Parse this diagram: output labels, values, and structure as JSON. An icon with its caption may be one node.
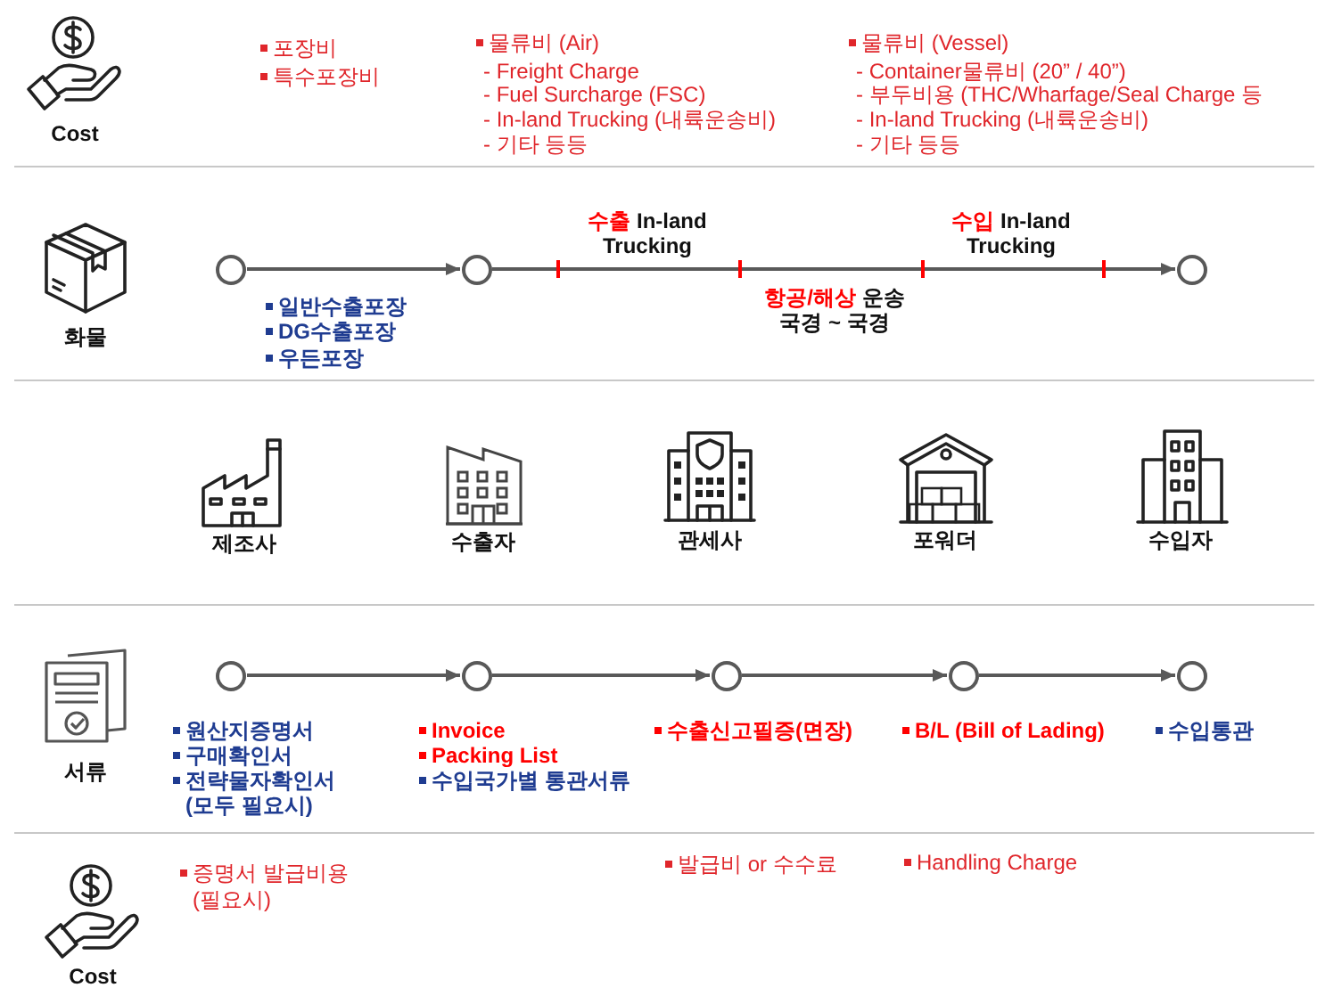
{
  "diagram": {
    "nodes": [
      {
        "text": [],
        "shape": "circle"
      },
      {
        "text": [],
        "shape": "circle"
      },
      {
        "text": [],
        "shape": "circle"
      },
      {
        "text": [],
        "shape": "circle",
        "beside": [
          "원산지증명서",
          "구매확인서",
          "전략물자확인서 (모두 필요시)"
        ]
      },
      {
        "text": [],
        "shape": "circle",
        "beside": [
          "Invoice",
          "Packing List",
          "수입국가별 통관서류"
        ]
      },
      {
        "text": [],
        "shape": "circle",
        "beside": [
          "수출신고필증(면장)"
        ]
      },
      {
        "text": [],
        "shape": "circle",
        "beside": [
          "B/L (Bill of Lading)"
        ]
      },
      {
        "text": [],
        "shape": "circle",
        "beside": [
          "수입통관"
        ]
      }
    ],
    "edges": [
      {
        "from": 0,
        "to": 1,
        "arrow": "to"
      },
      {
        "from": 1,
        "to": 2,
        "arrow": "to"
      },
      {
        "from": 3,
        "to": 4,
        "arrow": "to"
      },
      {
        "from": 4,
        "to": 5,
        "arrow": "to"
      },
      {
        "from": 5,
        "to": 6,
        "arrow": "to"
      },
      {
        "from": 6,
        "to": 7,
        "arrow": "to"
      }
    ],
    "labels": [
      "Cost",
      "포장비",
      "특수포장비",
      "물류비 (Air)",
      "- Freight Charge",
      "- Fuel Surcharge (FSC)",
      "- In-land Trucking (내륙운송비)",
      "- 기타 등등",
      "물류비 (Vessel)",
      "- Container물류비 (20” / 40”)",
      "- 부두비용 (THC/Wharfage/Seal Charge 등",
      "- In-land Trucking (내륙운송비)",
      "- 기타 등등",
      "화물",
      "수출 In-land Trucking",
      "수입 In-land Trucking",
      "일반수출포장",
      "DG수출포장",
      "우든포장",
      "항공/해상 운송 국경 ~ 국경",
      "제조사",
      "수출자",
      "관세사",
      "포워더",
      "수입자",
      "서류",
      "Cost",
      "증명서 발급비용 (필요시)",
      "발급비 or 수수료",
      "Handling Charge"
    ]
  }
}
